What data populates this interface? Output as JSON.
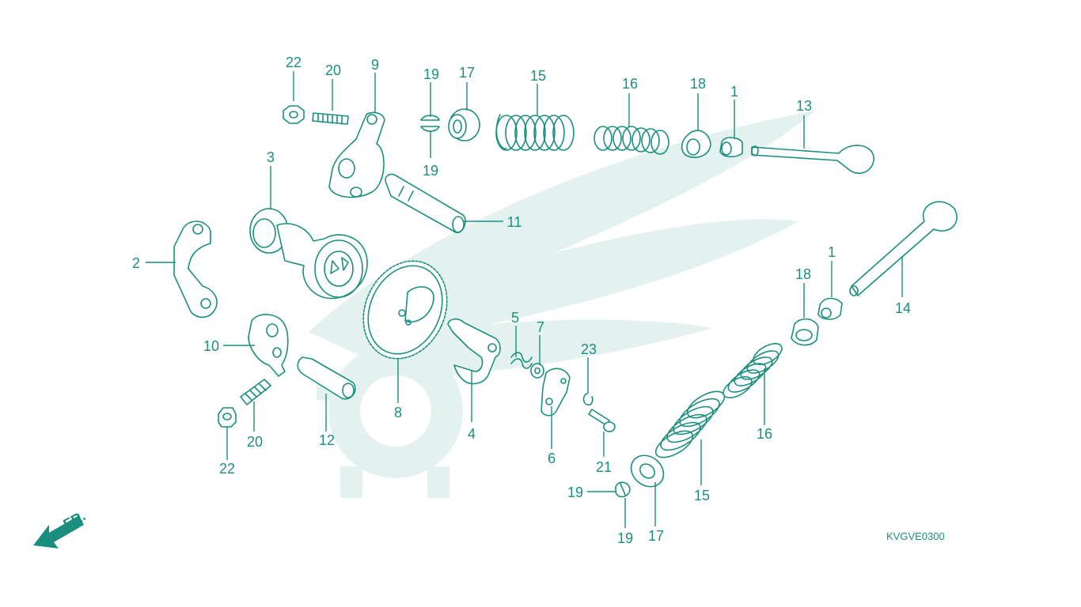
{
  "diagram": {
    "code": "KVGVE0300",
    "direction_label": "FR.",
    "accent_color": "#1a8f80",
    "watermark_color": "#e4f2ef",
    "callouts": [
      "22",
      "20",
      "9",
      "19",
      "17",
      "15",
      "16",
      "18",
      "1",
      "13",
      "19",
      "11",
      "3",
      "2",
      "5",
      "7",
      "23",
      "8",
      "4",
      "10",
      "20",
      "12",
      "22",
      "6",
      "21",
      "16",
      "15",
      "1",
      "18",
      "14",
      "19",
      "19",
      "17"
    ]
  }
}
